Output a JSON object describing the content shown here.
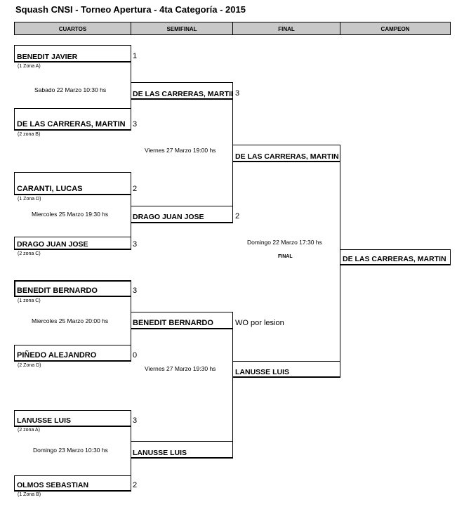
{
  "title": "Squash CNSI - Torneo Apertura - 4ta Categoría - 2015",
  "headers": [
    "CUARTOS",
    "SEMIFINAL",
    "FINAL",
    "CAMPEON"
  ],
  "quarters": [
    {
      "name": "BENEDIT JAVIER",
      "zone": "(1 Zona A)",
      "score": "1"
    },
    {
      "name": "DE LAS CARRERAS, MARTIN",
      "zone": "(2 zona B)",
      "score": "3"
    },
    {
      "name": "CARANTI, LUCAS",
      "zone": "(1 Zona D)",
      "score": "2"
    },
    {
      "name": "DRAGO JUAN JOSE",
      "zone": "(2 zona C)",
      "score": "3"
    },
    {
      "name": "BENEDIT BERNARDO",
      "zone": "(1 zona C)",
      "score": "3"
    },
    {
      "name": "PIÑEDO ALEJANDRO",
      "zone": "(2 Zona D)",
      "score": "0"
    },
    {
      "name": "LANUSSE LUIS",
      "zone": "(2 zona A)",
      "score": "3"
    },
    {
      "name": "OLMOS SEBASTIAN",
      "zone": "(1 Zona B)",
      "score": "2"
    }
  ],
  "quarter_schedules": [
    "Sabado 22 Marzo 10:30  hs",
    "Miercoles 25 Marzo 19:30 hs",
    "Miercoles 25 Marzo 20:00 hs",
    "Domingo 23 Marzo 10:30 hs"
  ],
  "semis": [
    {
      "name": "DE LAS CARRERAS, MARTIN",
      "score": "3"
    },
    {
      "name": "DRAGO JUAN JOSE",
      "score": "2"
    },
    {
      "name": "BENEDIT BERNARDO",
      "score": "WO por lesion"
    },
    {
      "name": "LANUSSE LUIS",
      "score": ""
    }
  ],
  "semi_schedules": [
    "Viernes  27 Marzo 19:00 hs",
    "Viernes  27 Marzo 19:30 hs"
  ],
  "finals": [
    {
      "name": "DE LAS CARRERAS, MARTIN"
    },
    {
      "name": "LANUSSE LUIS"
    }
  ],
  "final_schedule": "Domingo 22 Marzo 17:30 hs",
  "final_label": "FINAL",
  "champion": "DE LAS CARRERAS, MARTIN"
}
